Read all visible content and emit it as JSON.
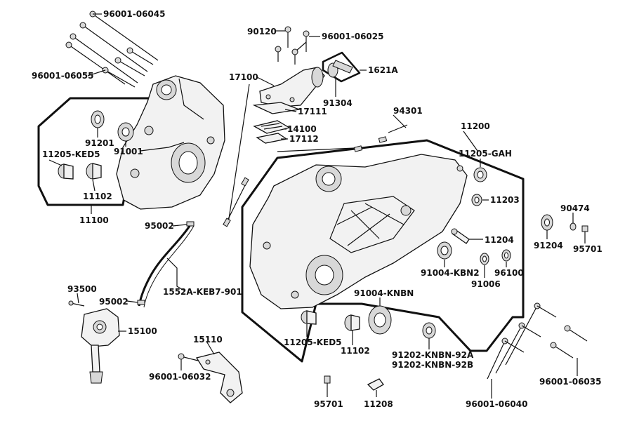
{
  "diagram": {
    "labels": {
      "p96001_06045": "96001-06045",
      "p96001_06055": "96001-06055",
      "p91201": "91201",
      "p91001": "91001",
      "p11205_KED5_left": "11205-KED5",
      "p11102_left": "11102",
      "p11100": "11100",
      "p90120": "90120",
      "p96001_06025": "96001-06025",
      "p1621A": "1621A",
      "p17100": "17100",
      "p91304": "91304",
      "p17111": "17111",
      "p14100": "14100",
      "p17112": "17112",
      "p94301": "94301",
      "p11200": "11200",
      "p11205_GAH": "11205-GAH",
      "p11203": "11203",
      "p11204": "11204",
      "p90474": "90474",
      "p91204": "91204",
      "p95701_right": "95701",
      "p95002_top": "95002",
      "p1552A": "1552A-KEB7-901",
      "p91004_KBN2": "91004-KBN2",
      "p96100": "96100",
      "p91006": "91006",
      "p93500": "93500",
      "p95002_bottom": "95002",
      "p91004_KNBN": "91004-KNBN",
      "p15100": "15100",
      "p11205_KED5_bottom": "11205-KED5",
      "p11102_bottom": "11102",
      "p91202_KNBN_92A": "91202-KNBN-92A",
      "p91202_KNBN_92B": "91202-KNBN-92B",
      "p15110": "15110",
      "p96001_06032": "96001-06032",
      "p96001_06035": "96001-06035",
      "p95701_bottom": "95701",
      "p11208": "11208",
      "p96001_06040": "96001-06040"
    }
  }
}
